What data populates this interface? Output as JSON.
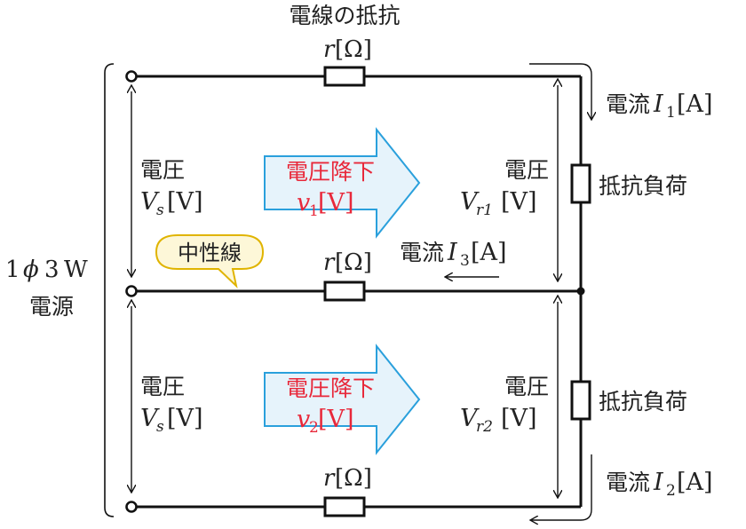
{
  "title_line": "電線の抵抗",
  "wire_r": {
    "sym": "r",
    "unit": "[Ω]"
  },
  "source": {
    "line1": "1",
    "phi": "ϕ",
    "line1b": "3",
    "line1c": "W",
    "line2": "電源"
  },
  "neutral_label": "中性線",
  "voltage_label": "電圧",
  "vs": {
    "sym": "V",
    "sub": "s",
    "unit": "[V]"
  },
  "drop_label": "電圧降下",
  "v1": {
    "sym": "v",
    "sub": "1",
    "unit": "[V]"
  },
  "v2": {
    "sym": "v",
    "sub": "2",
    "unit": "[V]"
  },
  "vr1": {
    "sym": "V",
    "sub": "r1",
    "unit": "[V]"
  },
  "vr2": {
    "sym": "V",
    "sub": "r2",
    "unit": "[V]"
  },
  "current_label": "電流",
  "i1": {
    "sym": "I",
    "sub": "1",
    "unit": "[A]"
  },
  "i2": {
    "sym": "I",
    "sub": "2",
    "unit": "[A]"
  },
  "i3": {
    "sym": "I",
    "sub": "3",
    "unit": "[A]"
  },
  "load_label": "抵抗負荷",
  "colors": {
    "line": "#111111",
    "drop_text": "#e8283a",
    "arrow_fill": "#e6f3fb",
    "arrow_stroke": "#2aa0dc",
    "bubble_fill": "#fdf7d8",
    "bubble_stroke": "#e0b400"
  }
}
